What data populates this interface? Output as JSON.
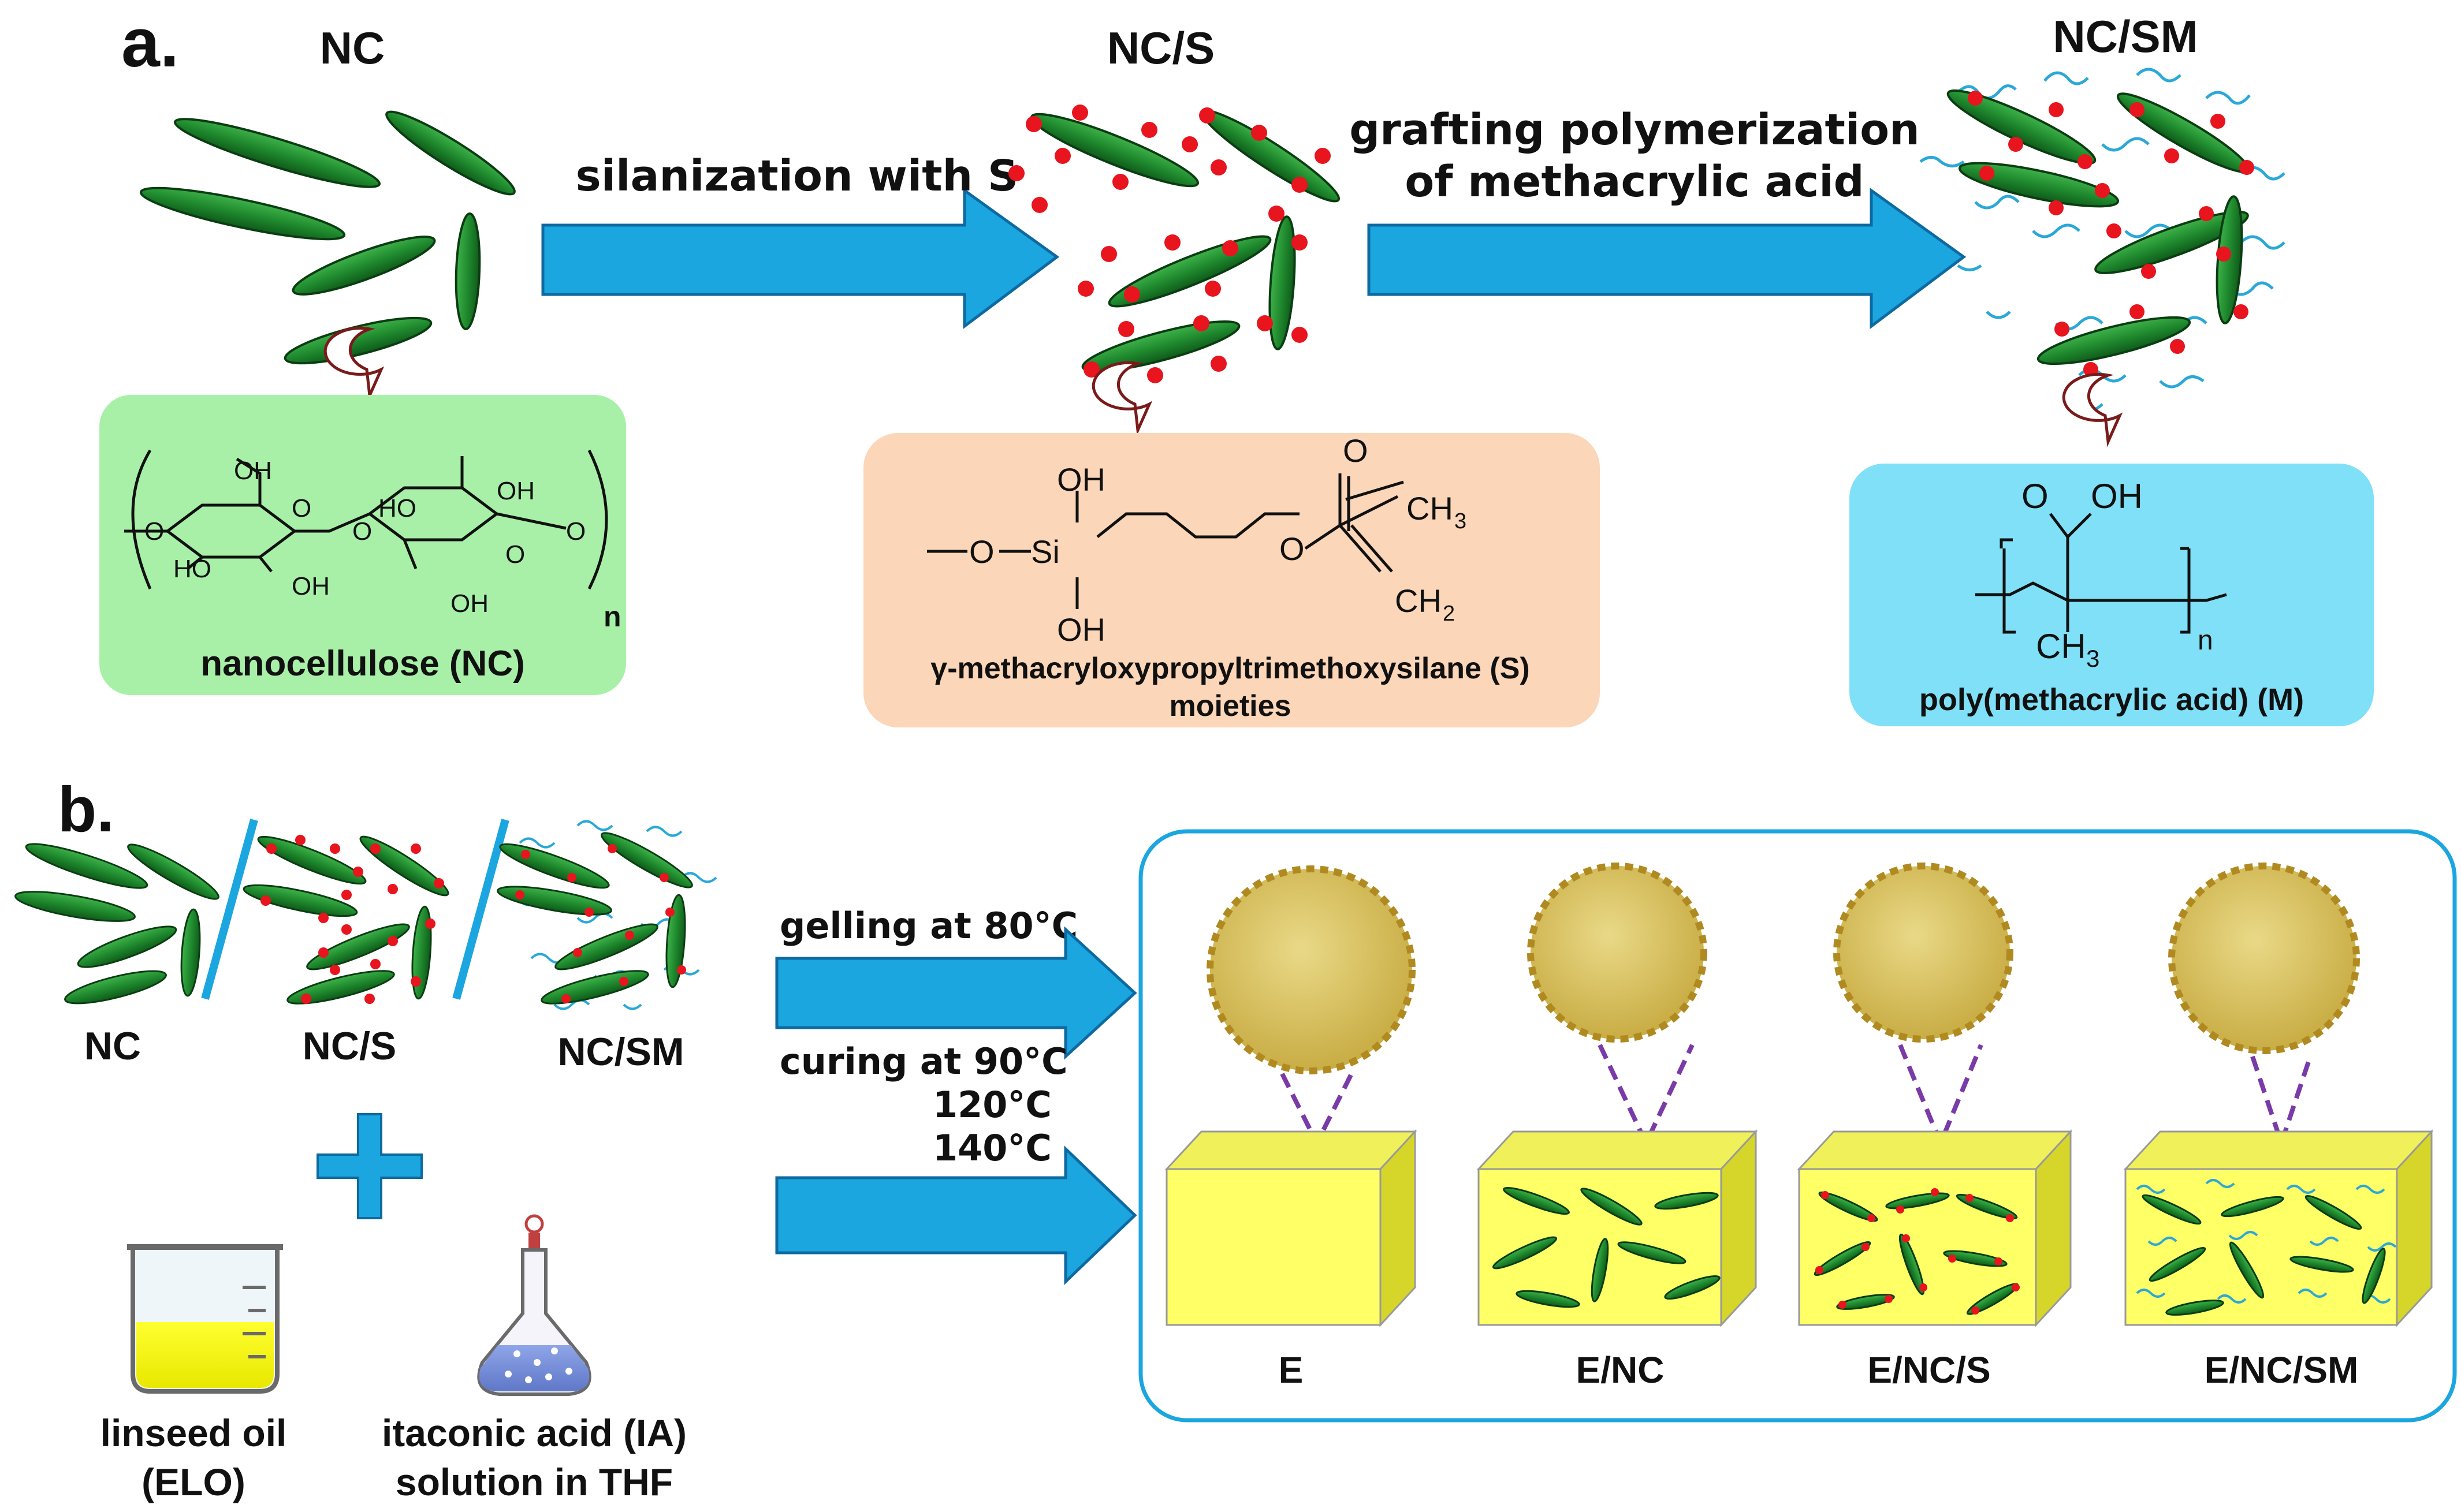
{
  "panel_a": {
    "tag": "a.",
    "stages": [
      "NC",
      "NC/S",
      "NC/SM"
    ],
    "step1": "silanization with S",
    "step2_line1": "grafting polymerization",
    "step2_line2": "of methacrylic acid",
    "box_nc": {
      "caption": "nanocellulose (NC)",
      "subscript": "n",
      "groups": [
        "OH",
        "O",
        "HO",
        "OH",
        "O",
        "HO",
        "OH",
        "O",
        "OH",
        "O",
        "O"
      ]
    },
    "box_s": {
      "caption_line1": "γ-methacryloxypropyltrimethoxysilane  (S)",
      "caption_line2": "moieties",
      "atoms": [
        "OH",
        "O",
        "Si",
        "OH",
        "O",
        "O",
        "CH",
        "3",
        "CH",
        "2"
      ]
    },
    "box_m": {
      "caption": "poly(methacrylic  acid) (M)",
      "atoms": [
        "O",
        "OH",
        "CH",
        "3",
        "n"
      ]
    },
    "colors": {
      "nc_box": "#a8f0a8",
      "s_box": "#fbd6b8",
      "m_box": "#7fe0f7",
      "arrow": "#1ba6e0",
      "fiber": "#1f8a2e",
      "dot": "#e8141e",
      "chain": "#2aa8d8"
    }
  },
  "panel_b": {
    "tag": "b.",
    "fillers": [
      "NC",
      "NC/S",
      "NC/SM"
    ],
    "plus": "+",
    "reagent1_line1": "linseed oil",
    "reagent1_line2": "(ELO)",
    "reagent2_line1": "itaconic acid (IA)",
    "reagent2_line2": "solution in THF",
    "gelling": "gelling at 80°C",
    "curing_line1": "curing at 90°C",
    "curing_line2": "120°C",
    "curing_line3": "140°C",
    "samples": [
      "E",
      "E/NC",
      "E/NC/S",
      "E/NC/SM"
    ],
    "colors": {
      "block_front": "#ffff66",
      "block_side": "#d6d62a",
      "block_top": "#f0f05a",
      "disk": "#d8c25a",
      "disk_rim": "#b08a20",
      "frame": "#1ba6e0",
      "dash": "#7a3aa8"
    }
  }
}
